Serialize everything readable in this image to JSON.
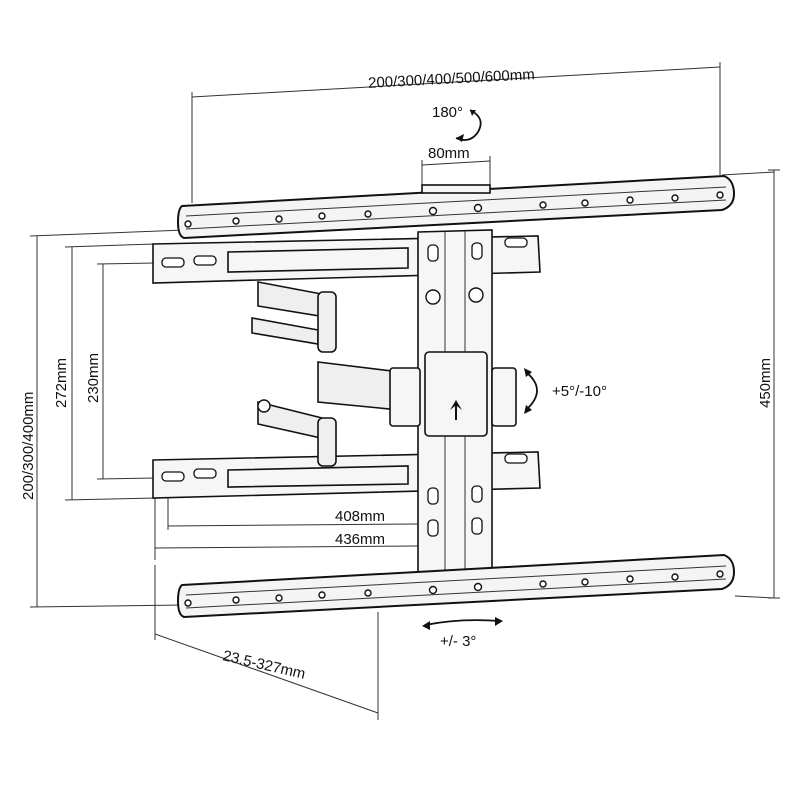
{
  "diagram": {
    "labels": {
      "vesa_width": "200/300/400/500/600mm",
      "rotation": "180°",
      "center_gap": "80mm",
      "tilt": "+5°/-10°",
      "height_total": "450mm",
      "vesa_height": "200/300/400mm",
      "wall_plate_outer": "272mm",
      "wall_plate_inner": "230mm",
      "width_inner": "408mm",
      "width_outer": "436mm",
      "extension": "23.5-327mm",
      "swivel": "+/- 3°"
    },
    "icons": {
      "rotation_arrow": "curved-arrow-icon",
      "tilt_arrow": "curved-arrow-icon",
      "swivel_arrow": "double-arrow-icon",
      "center_marker": "up-arrow-icon"
    }
  }
}
